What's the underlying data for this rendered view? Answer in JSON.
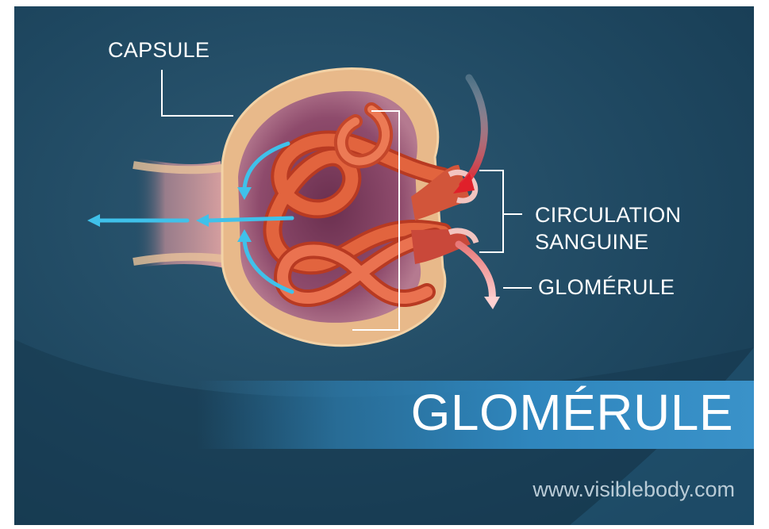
{
  "labels": {
    "capsule": "CAPSULE",
    "circulation_line1": "CIRCULATION",
    "circulation_line2": "SANGUINE",
    "glomerule": "GLOMÉRULE"
  },
  "banner": {
    "title": "GLOMÉRULE"
  },
  "footer": {
    "website": "www.visiblebody.com"
  },
  "colors": {
    "background": "#1f4861",
    "banner": "#2f86bd",
    "capillary": "#d4502e",
    "capsule_wall": "#e8b98a",
    "filtrate_arrow": "#3fc1ea",
    "blood_arrow": "#e0202a"
  }
}
